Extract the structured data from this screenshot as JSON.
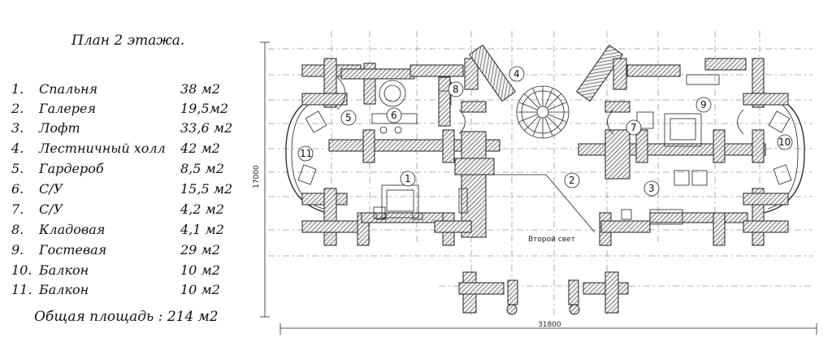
{
  "title": "План 2 этажа.",
  "rooms": [
    {
      "num": "1.",
      "name": "Спальня",
      "area": "38 м2"
    },
    {
      "num": "2.",
      "name": "Галерея",
      "area": "19,5м2"
    },
    {
      "num": "3.",
      "name": "Лофт",
      "area": "33,6 м2"
    },
    {
      "num": "4.",
      "name": "Лестничный холл",
      "area": "42 м2"
    },
    {
      "num": "5.",
      "name": "Гардероб",
      "area": "8,5 м2"
    },
    {
      "num": "6.",
      "name": "С/У",
      "area": "15,5 м2"
    },
    {
      "num": "7.",
      "name": "С/У",
      "area": "4,2 м2"
    },
    {
      "num": "8.",
      "name": "Кладовая",
      "area": "4,1 м2"
    },
    {
      "num": "9.",
      "name": "Гостевая",
      "area": "29 м2"
    },
    {
      "num": "10.",
      "name": "Балкон",
      "area": "10 м2"
    },
    {
      "num": "11.",
      "name": "Балкон",
      "area": "10 м2"
    }
  ],
  "total": "Общая площадь : 214 м2",
  "plan": {
    "dim_width": "31800",
    "dim_height": "17000",
    "second_light": "Второй свет",
    "room_numbers": [
      "1",
      "2",
      "3",
      "4",
      "5",
      "6",
      "7",
      "8",
      "9",
      "10",
      "11"
    ]
  }
}
